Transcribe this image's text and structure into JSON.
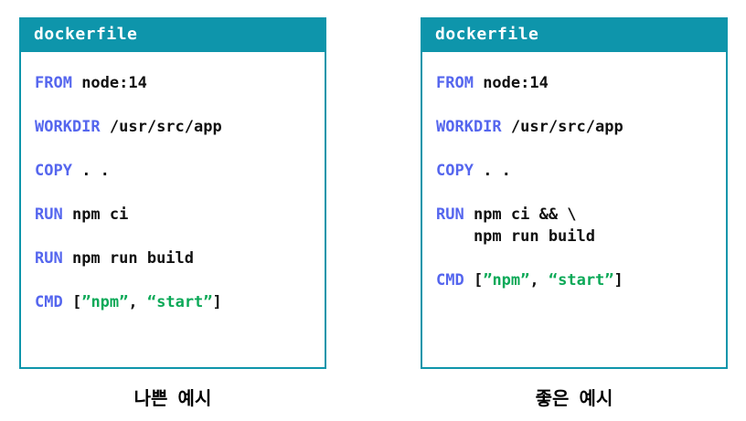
{
  "colors": {
    "teal": "#0e95ab",
    "keyword": "#5566ee",
    "string": "#0ca958",
    "code_text": "#111111"
  },
  "panels": [
    {
      "header": "dockerfile",
      "caption": "나쁜  예시",
      "code": [
        [
          [
            "FROM",
            "kw"
          ],
          [
            " node:14",
            "tx"
          ]
        ],
        [],
        [
          [
            "WORKDIR",
            "kw"
          ],
          [
            " /usr/src/app",
            "tx"
          ]
        ],
        [],
        [
          [
            "COPY",
            "kw"
          ],
          [
            " . .",
            "tx"
          ]
        ],
        [],
        [
          [
            "RUN",
            "kw"
          ],
          [
            " npm ci",
            "tx"
          ]
        ],
        [],
        [
          [
            "RUN",
            "kw"
          ],
          [
            " npm run build",
            "tx"
          ]
        ],
        [],
        [
          [
            "CMD",
            "kw"
          ],
          [
            " [",
            "tx"
          ],
          [
            "”npm”",
            "str"
          ],
          [
            ", ",
            "tx"
          ],
          [
            "“start”",
            "str"
          ],
          [
            "]",
            "tx"
          ]
        ]
      ]
    },
    {
      "header": "dockerfile",
      "caption": "좋은  예시",
      "code": [
        [
          [
            "FROM",
            "kw"
          ],
          [
            " node:14",
            "tx"
          ]
        ],
        [],
        [
          [
            "WORKDIR",
            "kw"
          ],
          [
            " /usr/src/app",
            "tx"
          ]
        ],
        [],
        [
          [
            "COPY",
            "kw"
          ],
          [
            " . .",
            "tx"
          ]
        ],
        [],
        [
          [
            "RUN",
            "kw"
          ],
          [
            " npm ci && \\",
            "tx"
          ]
        ],
        [
          [
            "    npm run build",
            "tx"
          ]
        ],
        [],
        [
          [
            "CMD",
            "kw"
          ],
          [
            " [",
            "tx"
          ],
          [
            "”npm”",
            "str"
          ],
          [
            ", ",
            "tx"
          ],
          [
            "“start”",
            "str"
          ],
          [
            "]",
            "tx"
          ]
        ]
      ]
    }
  ]
}
